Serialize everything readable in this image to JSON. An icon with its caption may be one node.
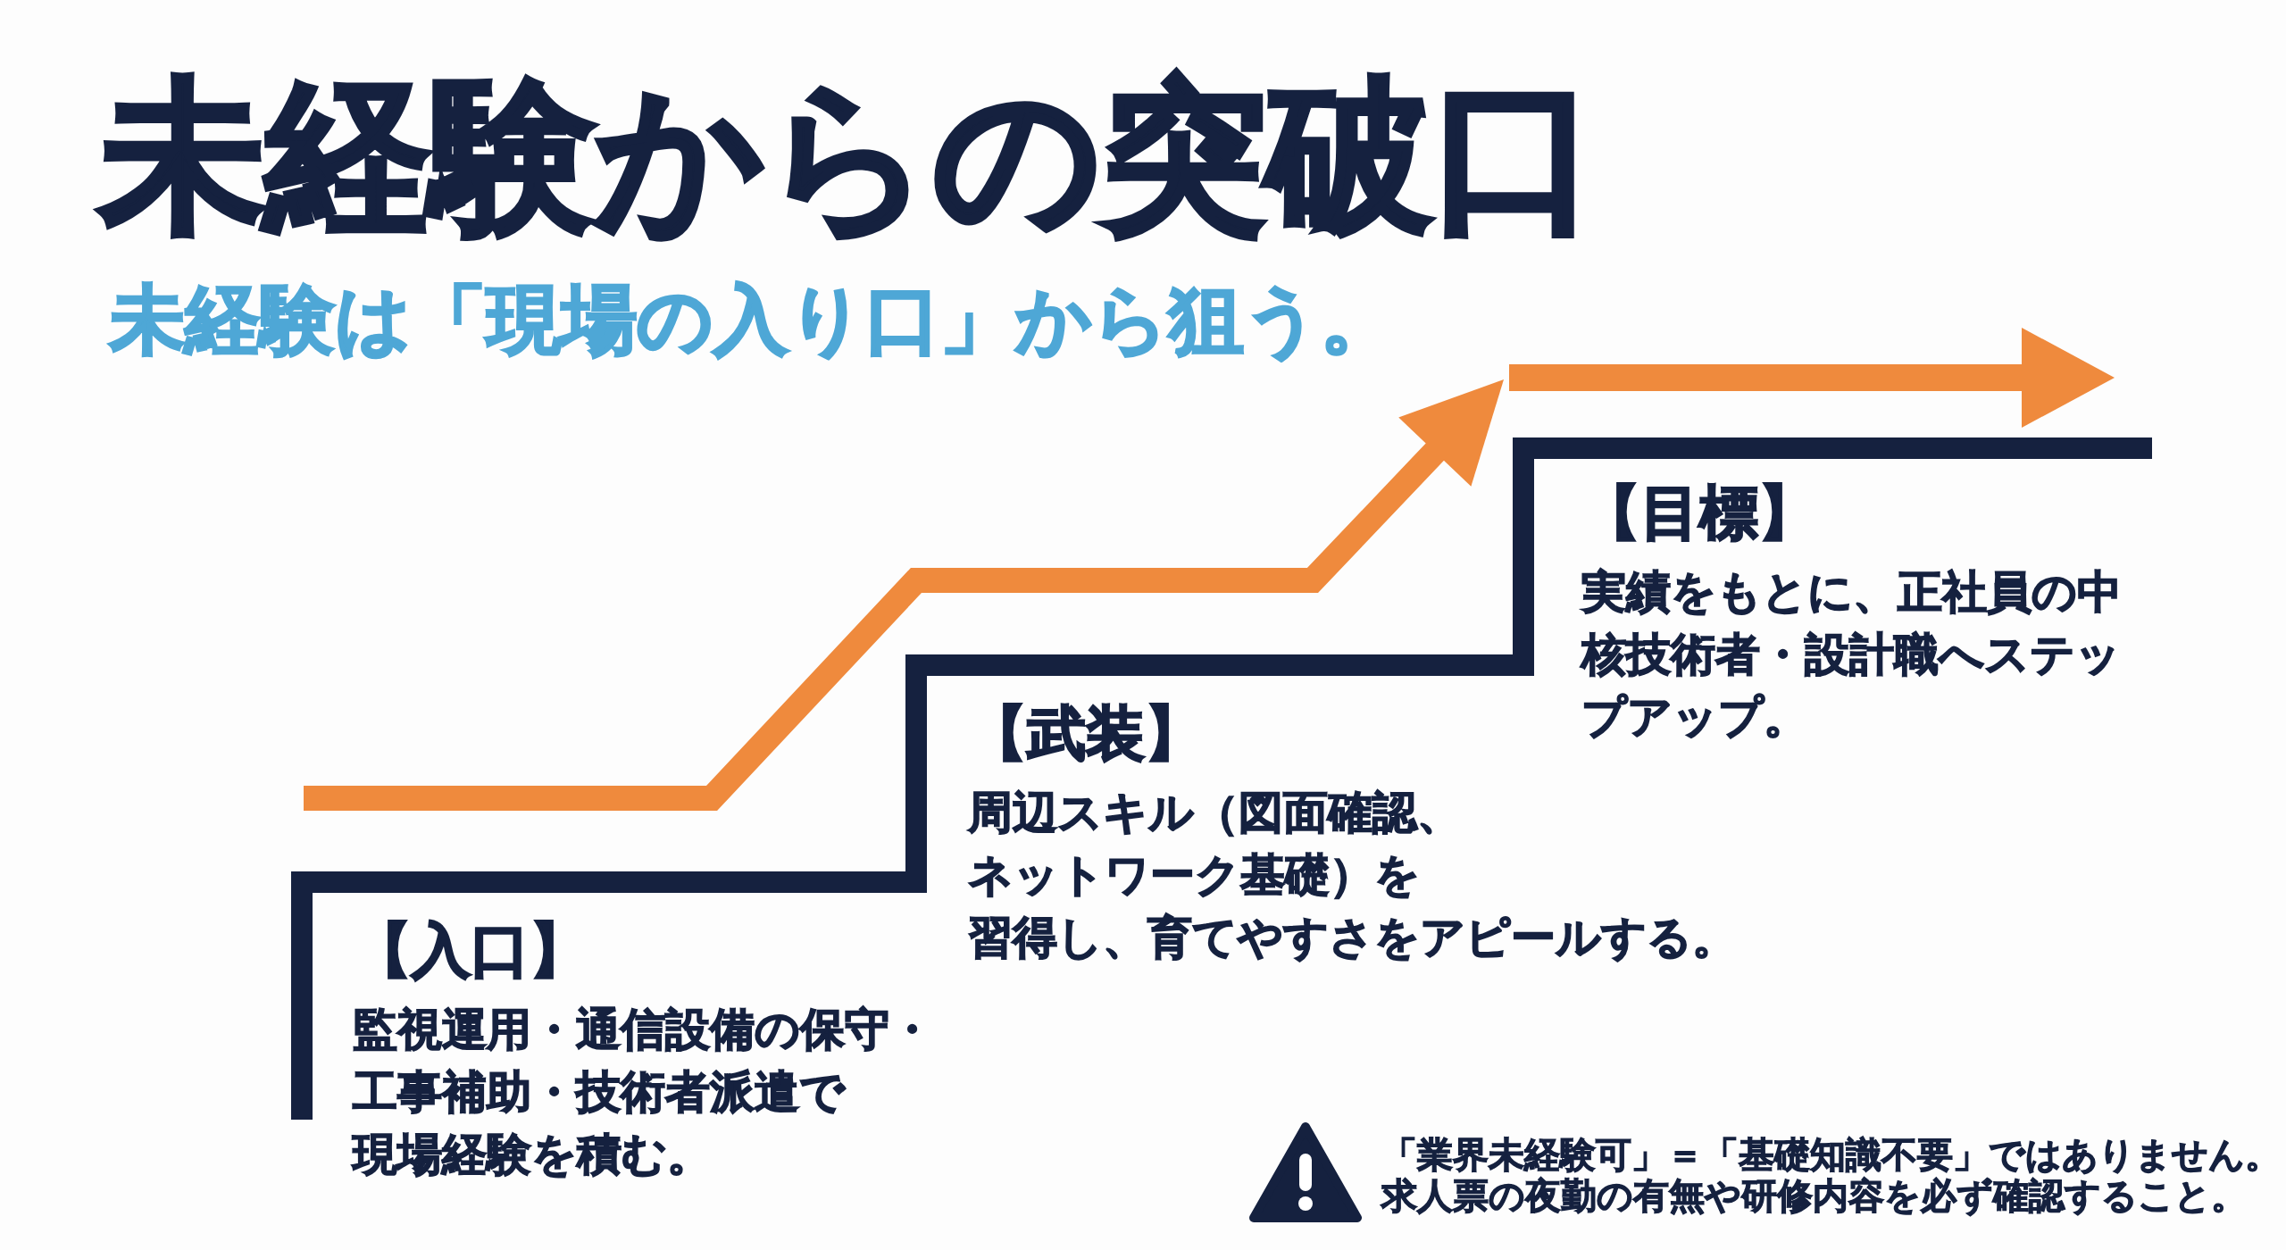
{
  "diagram": {
    "title": "未経験からの突破口",
    "nodes": [
      {
        "text": [
          "【入口】",
          "監視運用・通信設備の保守・工事補助・技術者派遣で現場経験を積む。"
        ]
      },
      {
        "text": [
          "【武装】",
          "周辺スキル（図面確認、ネットワーク基礎）を習得し、育てやすさをアピールする。"
        ]
      },
      {
        "text": [
          "【目標】",
          "実績をもとに、正社員の中核技術者・設計職へステップアップ。"
        ]
      }
    ],
    "labels": [
      "未経験は「現場の入り口」から狙う。",
      "「業界未経験可」＝「基礎知識不要」ではありません。求人票の夜勤の有無や研修内容を必ず確認すること。"
    ]
  }
}
